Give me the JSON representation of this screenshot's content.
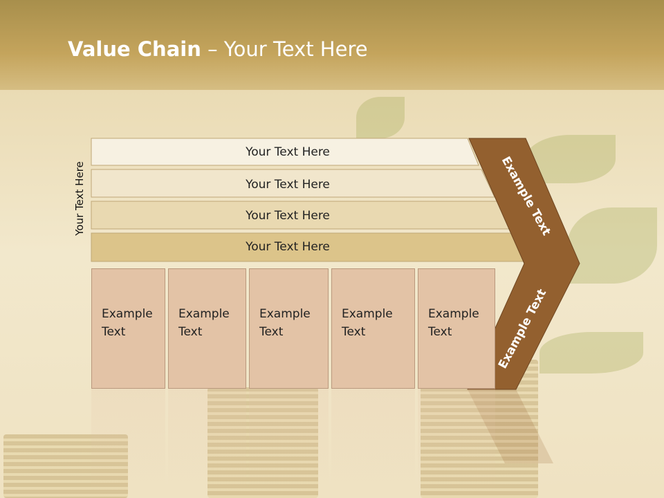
{
  "title": {
    "bold": "Value Chain",
    "rest": " – Your Text Here"
  },
  "side_label": "Your Text Here",
  "bars": [
    {
      "label": "Your Text Here"
    },
    {
      "label": "Your Text Here"
    },
    {
      "label": "Your Text Here"
    },
    {
      "label": "Your Text Here"
    }
  ],
  "boxes": [
    {
      "line1": "Example",
      "line2": "Text"
    },
    {
      "line1": "Example",
      "line2": "Text"
    },
    {
      "line1": "Example",
      "line2": "Text"
    },
    {
      "line1": "Example",
      "line2": "Text"
    },
    {
      "line1": "Example",
      "line2": "Text"
    }
  ],
  "chevron": {
    "upper": "Example Text",
    "lower": "Example Text"
  },
  "colors": {
    "chevron": "#93602f",
    "bar1": "#f7f1e2",
    "bar2": "#f1e6cc",
    "bar3": "#e9d9b1",
    "bar4": "#dcc48a",
    "box": "#e3c3a6"
  }
}
